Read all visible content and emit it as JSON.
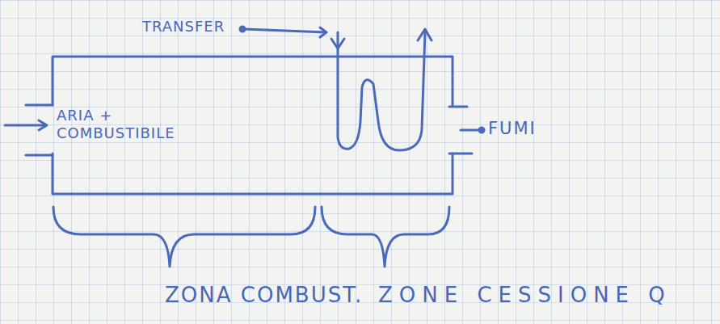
{
  "diagram": {
    "labels": [
      "TRANSFER",
      "ARIA + COMBUSTIBILE",
      "FUMI",
      "ZONA COMBUST.",
      "ZONE CESSIONE Q"
    ]
  }
}
